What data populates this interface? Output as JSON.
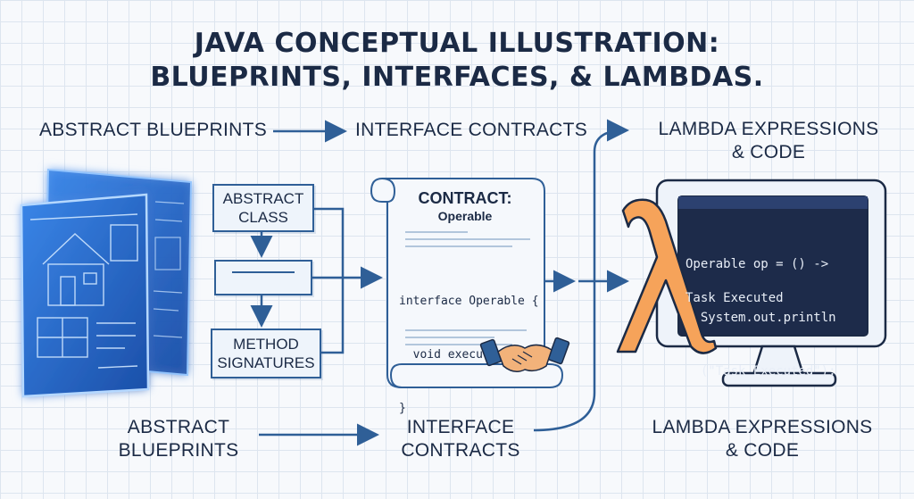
{
  "title": {
    "line1": "JAVA CONCEPTUAL ILLUSTRATION:",
    "line2": "BLUEPRINTS, INTERFACES, & LAMBDAS."
  },
  "top_labels": {
    "abstract_blueprints": "ABSTRACT BLUEPRINTS",
    "interface_contracts": "INTERFACE CONTRACTS",
    "lambda_line1": "LAMBDA EXPRESSIONS",
    "lambda_line2": "& CODE"
  },
  "bottom_labels": {
    "abstract_line1": "ABSTRACT",
    "abstract_line2": "BLUEPRINTS",
    "interface_line1": "INTERFACE",
    "interface_line2": "CONTRACTS",
    "lambda_line1": "LAMBDA EXPRESSIONS",
    "lambda_line2": "& CODE"
  },
  "boxes": {
    "abstract_class_line1": "ABSTRACT",
    "abstract_class_line2": "CLASS",
    "middle": "",
    "method_line1": "METHOD",
    "method_line2": "SIGNATURES"
  },
  "contract": {
    "title": "CONTRACT:",
    "name": "Operable",
    "code_line1": "interface Operable {",
    "code_line2": "  void execute();",
    "code_line3": "}"
  },
  "terminal": {
    "line1": "Operable op = () ->",
    "line2": "  System.out.println",
    "line3": "  (\"Task Executed\");",
    "output": "Task Executed"
  },
  "icons": {
    "blueprint": "blueprint-sheets-icon",
    "scroll": "scroll-icon",
    "handshake": "handshake-icon",
    "lambda": "lambda-icon",
    "monitor": "monitor-icon"
  },
  "colors": {
    "ink": "#1b2a45",
    "accent": "#2f5f97",
    "lambda": "#e08a3c",
    "blueprint": "#1e5cc8",
    "terminal_bg": "#1d2b4a"
  }
}
